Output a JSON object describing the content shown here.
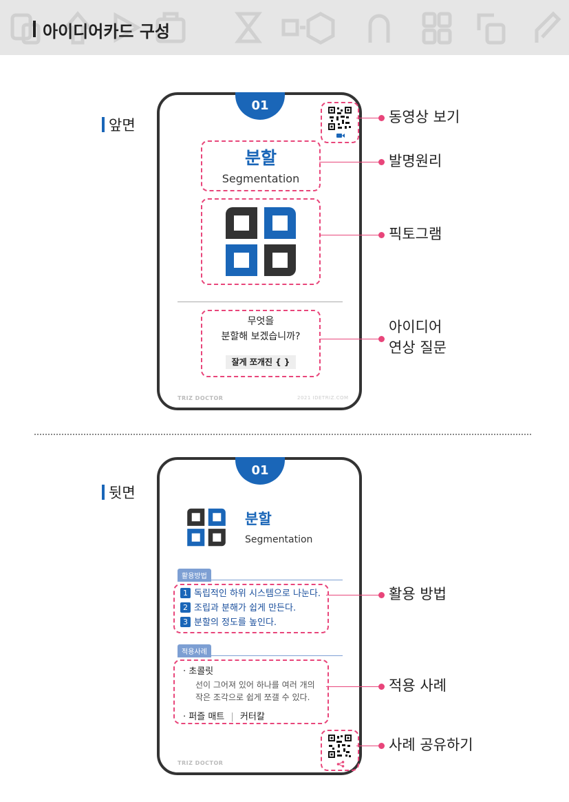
{
  "header": {
    "title": "아이디어카드 구성"
  },
  "front": {
    "section_label": "앞면",
    "card_number": "01",
    "principle_ko": "분할",
    "principle_en": "Segmentation",
    "question_line1": "무엇을",
    "question_line2": "분할해 보겠습니까?",
    "hint": "잘게 쪼개진 {    }",
    "footer_left": "TRIZ DOCTOR",
    "footer_right": "2021 IDETRIZ.COM"
  },
  "back": {
    "section_label": "뒷면",
    "card_number": "01",
    "principle_ko": "분할",
    "principle_en": "Segmentation",
    "howto_tag": "활용방법",
    "howto_items": [
      {
        "num": "1",
        "text": "독립적인 하위 시스템으로 나눈다."
      },
      {
        "num": "2",
        "text": "조립과 분해가 쉽게 만든다."
      },
      {
        "num": "3",
        "text": "분할의 정도를 높인다."
      }
    ],
    "example_tag": "적용사례",
    "example_title": "· 초콜릿",
    "example_desc1": "선이 그어져 있어 하나를 여러 개의",
    "example_desc2": "작은 조각으로 쉽게 쪼갤 수 있다.",
    "example_more1": "· 퍼즐 매트",
    "example_sep": "|",
    "example_more2": "커터칼",
    "footer_left": "TRIZ DOCTOR"
  },
  "callouts": {
    "video": "동영상 보기",
    "principle": "발명원리",
    "pictogram": "픽토그램",
    "question_line1": "아이디어",
    "question_line2": "연상 질문",
    "howto": "활용 방법",
    "examples": "적용 사례",
    "share": "사례 공유하기"
  },
  "colors": {
    "accent_blue": "#1a66b8",
    "pink_dash": "#e8457a",
    "dark": "#333333",
    "tag_blue": "#7d9fd3"
  },
  "icons": [
    "video-icon",
    "share-icon",
    "pictogram-segmentation-icon",
    "qr-code-icon"
  ]
}
